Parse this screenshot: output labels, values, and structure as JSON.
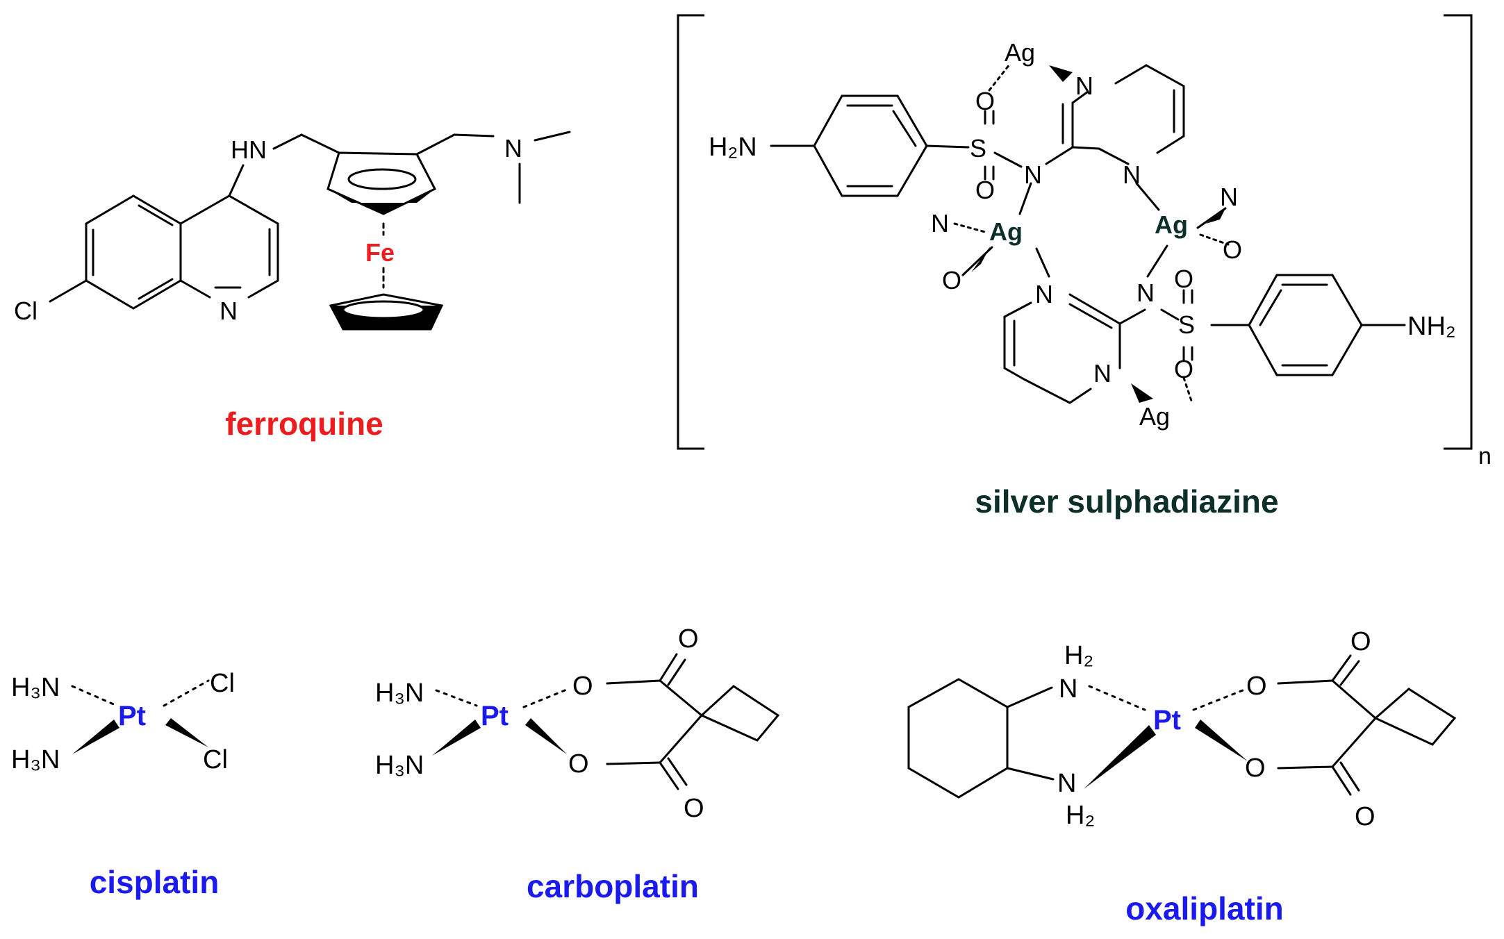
{
  "captions": {
    "ferroquine": "ferroquine",
    "silver_sulphadiazine": "silver sulphadiazine",
    "cisplatin": "cisplatin",
    "carboplatin": "carboplatin",
    "oxaliplatin": "oxaliplatin"
  },
  "colors": {
    "ferroquine": "#ee1c1c",
    "silver_sulphadiazine": "#0d2f2a",
    "platinum": "#1a1aee",
    "bonds": "#000000"
  },
  "atoms": {
    "ferroquine": {
      "hn": "HN",
      "n_amine": "N",
      "fe": "Fe",
      "cl": "Cl",
      "n_ring": "N"
    },
    "silver": {
      "h2n": "H₂N",
      "nh2": "NH₂",
      "ag": "Ag",
      "s": "S",
      "o": "O",
      "n": "N",
      "repeat": "n"
    },
    "cisplatin": {
      "h3n": "H₃N",
      "pt": "Pt",
      "cl": "Cl"
    },
    "carboplatin": {
      "h3n": "H₃N",
      "pt": "Pt",
      "o": "O"
    },
    "oxaliplatin": {
      "n": "N",
      "h2": "H₂",
      "pt": "Pt",
      "o": "O"
    }
  }
}
